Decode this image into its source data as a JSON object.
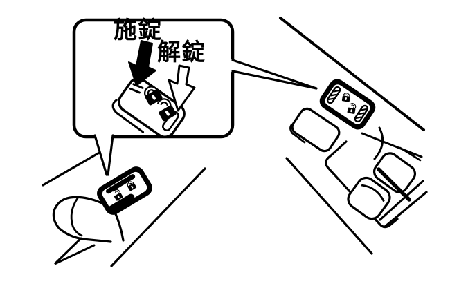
{
  "illustration": {
    "background_color": "#ffffff",
    "line_color": "#000000",
    "callout": {
      "lock_label": "施錠",
      "unlock_label": "解錠",
      "lock_arrow_style": "solid-black-arrow",
      "unlock_arrow_style": "white-outline-arrow"
    },
    "icons": {
      "closed_padlock": "padlock-locked",
      "open_padlock": "padlock-unlocked"
    },
    "panels": {
      "callout_switch_icons": [
        "padlock-locked",
        "padlock-unlocked"
      ],
      "left_door_switch_icons": [
        "padlock-locked",
        "padlock-unlocked"
      ],
      "right_door_switch_icons": [
        "padlock-locked",
        "padlock-unlocked"
      ]
    }
  }
}
